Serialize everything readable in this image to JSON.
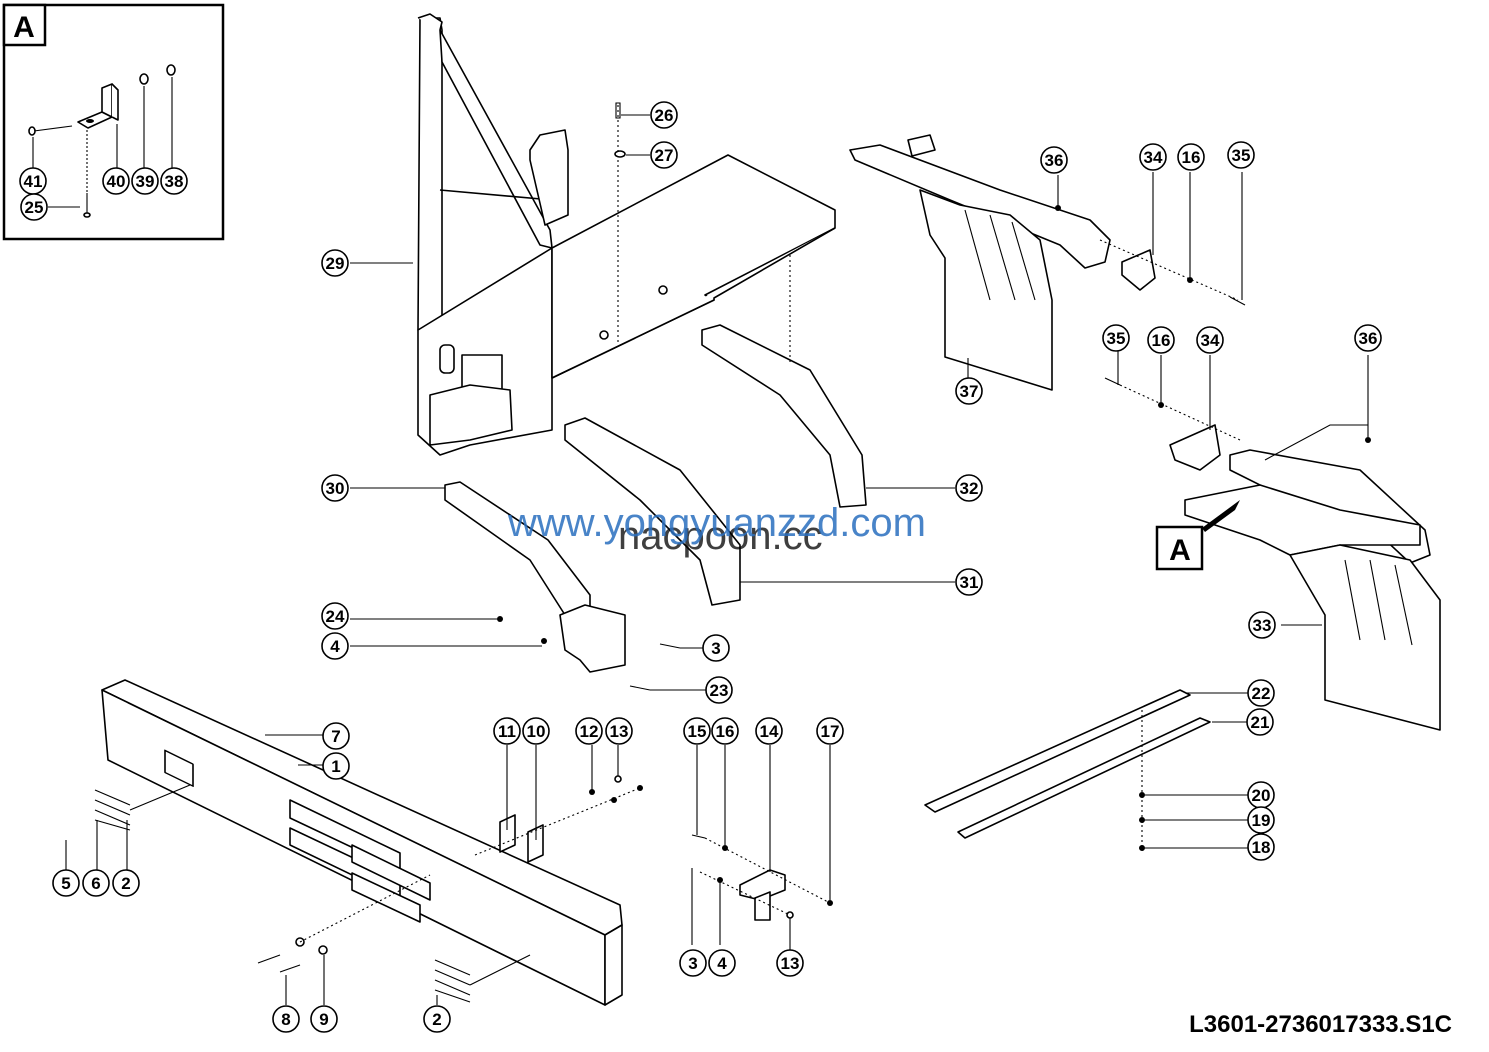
{
  "detail_view": {
    "label": "A"
  },
  "detail_marker": {
    "label": "A"
  },
  "reference_code": "L3601-2736017333.S1C",
  "watermarks": [
    "www.yongyuanzzd.com",
    "nacpoon.cc"
  ],
  "callouts": [
    {
      "id": "c41",
      "label": "41"
    },
    {
      "id": "c40",
      "label": "40"
    },
    {
      "id": "c39",
      "label": "39"
    },
    {
      "id": "c38",
      "label": "38"
    },
    {
      "id": "c25",
      "label": "25"
    },
    {
      "id": "c26",
      "label": "26"
    },
    {
      "id": "c27",
      "label": "27"
    },
    {
      "id": "c29",
      "label": "29"
    },
    {
      "id": "c36a",
      "label": "36"
    },
    {
      "id": "c34a",
      "label": "34"
    },
    {
      "id": "c16a",
      "label": "16"
    },
    {
      "id": "c35a",
      "label": "35"
    },
    {
      "id": "c37",
      "label": "37"
    },
    {
      "id": "c35b",
      "label": "35"
    },
    {
      "id": "c16b",
      "label": "16"
    },
    {
      "id": "c34b",
      "label": "34"
    },
    {
      "id": "c36b",
      "label": "36"
    },
    {
      "id": "c30",
      "label": "30"
    },
    {
      "id": "c32",
      "label": "32"
    },
    {
      "id": "c31",
      "label": "31"
    },
    {
      "id": "c24",
      "label": "24"
    },
    {
      "id": "c4a",
      "label": "4"
    },
    {
      "id": "c3a",
      "label": "3"
    },
    {
      "id": "c23",
      "label": "23"
    },
    {
      "id": "c33",
      "label": "33"
    },
    {
      "id": "c22",
      "label": "22"
    },
    {
      "id": "c21",
      "label": "21"
    },
    {
      "id": "c20",
      "label": "20"
    },
    {
      "id": "c19",
      "label": "19"
    },
    {
      "id": "c18",
      "label": "18"
    },
    {
      "id": "c7",
      "label": "7"
    },
    {
      "id": "c1",
      "label": "1"
    },
    {
      "id": "c11",
      "label": "11"
    },
    {
      "id": "c10",
      "label": "10"
    },
    {
      "id": "c12",
      "label": "12"
    },
    {
      "id": "c13a",
      "label": "13"
    },
    {
      "id": "c15",
      "label": "15"
    },
    {
      "id": "c16c",
      "label": "16"
    },
    {
      "id": "c14",
      "label": "14"
    },
    {
      "id": "c17",
      "label": "17"
    },
    {
      "id": "c5",
      "label": "5"
    },
    {
      "id": "c6",
      "label": "6"
    },
    {
      "id": "c2a",
      "label": "2"
    },
    {
      "id": "c3b",
      "label": "3"
    },
    {
      "id": "c4b",
      "label": "4"
    },
    {
      "id": "c13b",
      "label": "13"
    },
    {
      "id": "c8",
      "label": "8"
    },
    {
      "id": "c9",
      "label": "9"
    },
    {
      "id": "c2b",
      "label": "2"
    }
  ]
}
